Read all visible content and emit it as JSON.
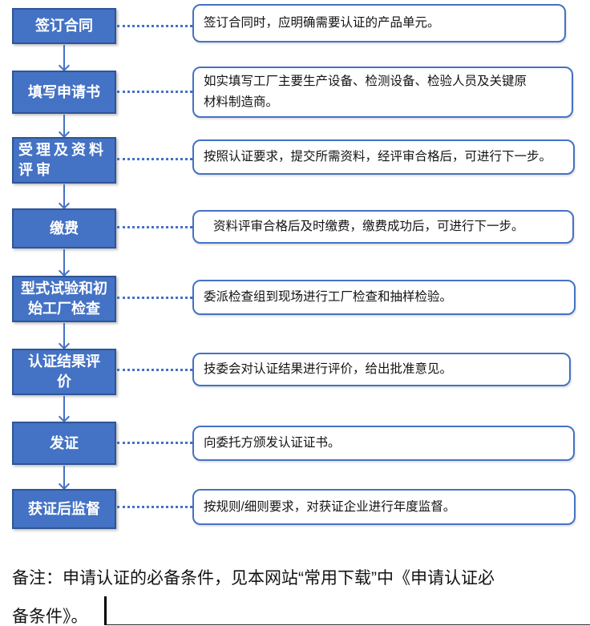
{
  "flow": {
    "steps": [
      {
        "id": "sign-contract",
        "label": "签订合同",
        "desc": "签订合同时，应明确需要认证的产品单元。"
      },
      {
        "id": "fill-application",
        "label": "填写申请书",
        "desc": "如实填写工厂主要生产设备、检测设备、检验人员及关键原\n材料制造商。"
      },
      {
        "id": "acceptance-review",
        "label": "受理及资料\n评审",
        "desc": "按照认证要求，提交所需资料，经评审合格后，可进行下一步。"
      },
      {
        "id": "payment",
        "label": "缴费",
        "desc": "资料评审合格后及时缴费，缴费成功后，可进行下一步。"
      },
      {
        "id": "type-test-inspection",
        "label": "型式试验和初\n始工厂检查",
        "desc": "委派检查组到现场进行工厂检查和抽样检验。"
      },
      {
        "id": "result-evaluation",
        "label": "认证结果评\n价",
        "desc": "技委会对认证结果进行评价，给出批准意见。"
      },
      {
        "id": "issue-certificate",
        "label": "发证",
        "desc": "向委托方颁发认证证书。"
      },
      {
        "id": "post-cert-supervision",
        "label": "获证后监督",
        "desc": "按规则/细则要求，对获证企业进行年度监督。"
      }
    ]
  },
  "note": {
    "line1": "备注：申请认证的必备条件，见本网站“常用下载”中《申请认证必",
    "line2": "备条件》。"
  },
  "colors": {
    "box_fill": "#4472C4",
    "box_border": "#2F5597",
    "accent": "#4472C4"
  }
}
